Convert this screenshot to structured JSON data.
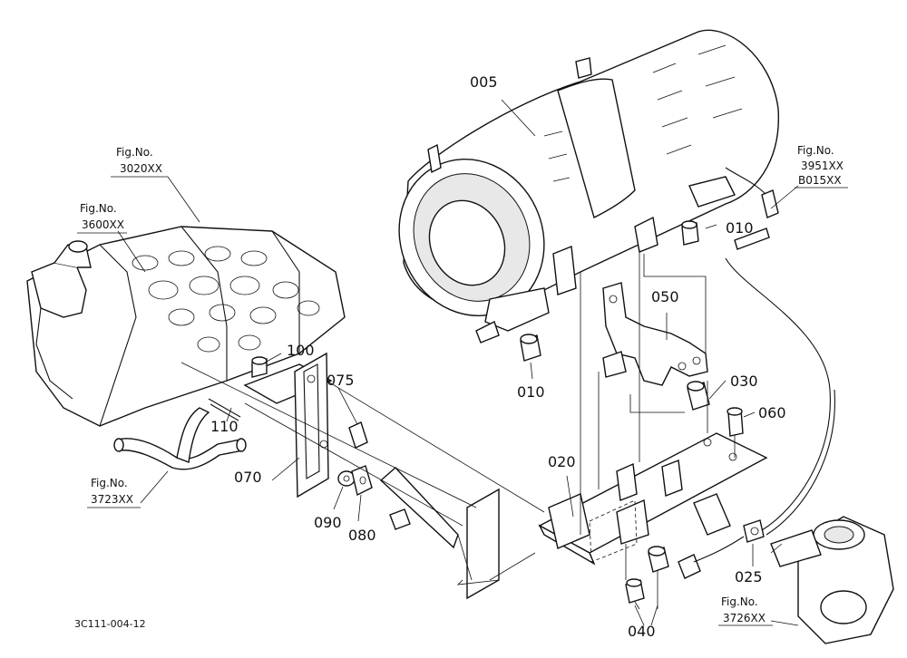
{
  "callouts": {
    "c005": "005",
    "c010a": "010",
    "c010b": "010",
    "c050": "050",
    "c030": "030",
    "c060": "060",
    "c020": "020",
    "c025": "025",
    "c040": "040",
    "c100": "100",
    "c075": "075",
    "c110": "110",
    "c070": "070",
    "c090": "090",
    "c080": "080"
  },
  "fig_refs": {
    "f3020": {
      "label": "Fig.No.",
      "number": "3020XX"
    },
    "f3600": {
      "label": "Fig.No.",
      "number": "3600XX"
    },
    "f3723": {
      "label": "Fig.No.",
      "number": "3723XX"
    },
    "f3951": {
      "label": "Fig.No.",
      "number": "3951XX",
      "number2": "B015XX"
    },
    "f3726": {
      "label": "Fig.No.",
      "number": "3726XX"
    }
  },
  "diagram_code": "3C111-004-12"
}
